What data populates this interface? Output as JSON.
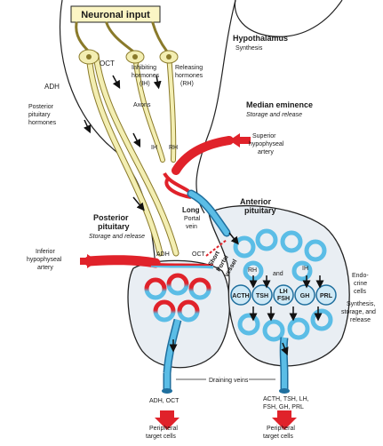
{
  "labels": {
    "neuronal_input": "Neuronal input",
    "hypothalamus": "Hypothalamus",
    "synthesis": "Synthesis",
    "oct_top": "OCT",
    "adh_top": "ADH",
    "inhibiting_hormones": [
      "Inhibiting",
      "hormones",
      "(IH)"
    ],
    "releasing_hormones": [
      "Releasing",
      "hormones",
      "(RH)"
    ],
    "posterior_pituitary_hormones": [
      "Posterior",
      "pituitary",
      "hormones"
    ],
    "axons": "Axons",
    "median_eminence": "Median eminence",
    "storage_and_release": "Storage and release",
    "superior_hypophyseal_artery": [
      "Superior",
      "hypophyseal",
      "artery"
    ],
    "ih_small": "IH",
    "rh_small": "RH",
    "long_portal_vein": [
      "Long",
      "Portal",
      "vein"
    ],
    "anterior_pituitary": [
      "Anterior",
      "pituitary"
    ],
    "posterior_pituitary": [
      "Posterior",
      "pituitary"
    ],
    "posterior_storage": "Storage and release",
    "inferior_hypophyseal_artery": [
      "Inferior",
      "hypophyseal",
      "artery"
    ],
    "adh_lobe": "ADH",
    "oct_lobe": "OCT",
    "short_portal_vessel": [
      "Short",
      "Portal",
      "vessel"
    ],
    "rh_ant": "RH",
    "and": "and",
    "ih_ant": "IH",
    "endocrine_cells": [
      "Endo-",
      "crine",
      "cells"
    ],
    "synthesis_storage_release": [
      "Synthesis,",
      "storage, and",
      "release"
    ],
    "cells": [
      "ACTH",
      "TSH",
      "LH",
      "FSH",
      "GH",
      "PRL"
    ],
    "draining_veins": "Draining veins",
    "adh_oct_bottom": "ADH, OCT",
    "anterior_hormones_bottom": [
      "ACTH, TSH, LH,",
      "FSH, GH, PRL"
    ],
    "peripheral_target_cells": [
      "Peripheral",
      "target cells"
    ]
  },
  "colors": {
    "artery_red": "#e0222a",
    "vein_blue": "#5bbde6",
    "vein_outline": "#1f6f9e",
    "axon_fill": "#f3eeb2",
    "axon_outline": "#8a7a2a",
    "tissue": "#e9eef3",
    "outline": "#222222",
    "cell_fill": "#cfe9f6"
  },
  "icons": [
    "arrow-icon",
    "neuron-cell-icon",
    "capillary-network-icon"
  ]
}
